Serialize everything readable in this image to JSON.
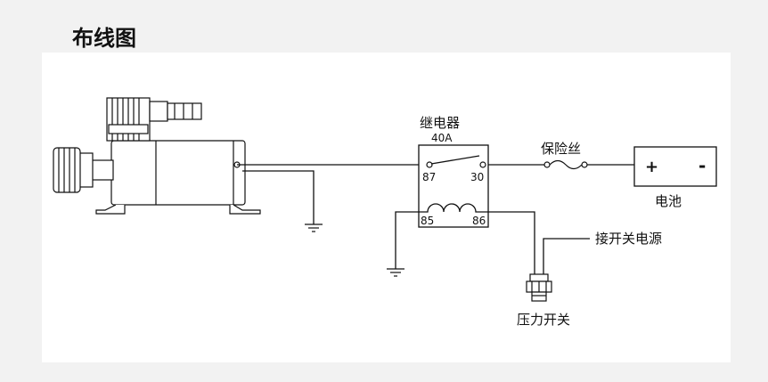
{
  "title": "布线图",
  "labels": {
    "relay": "继电器",
    "relay_rating": "40A",
    "pin_87": "87",
    "pin_30": "30",
    "pin_85": "85",
    "pin_86": "86",
    "fuse": "保险丝",
    "battery": "电池",
    "battery_plus": "+",
    "battery_minus": "-",
    "switch_power": "接开关电源",
    "pressure_switch": "压力开关"
  }
}
